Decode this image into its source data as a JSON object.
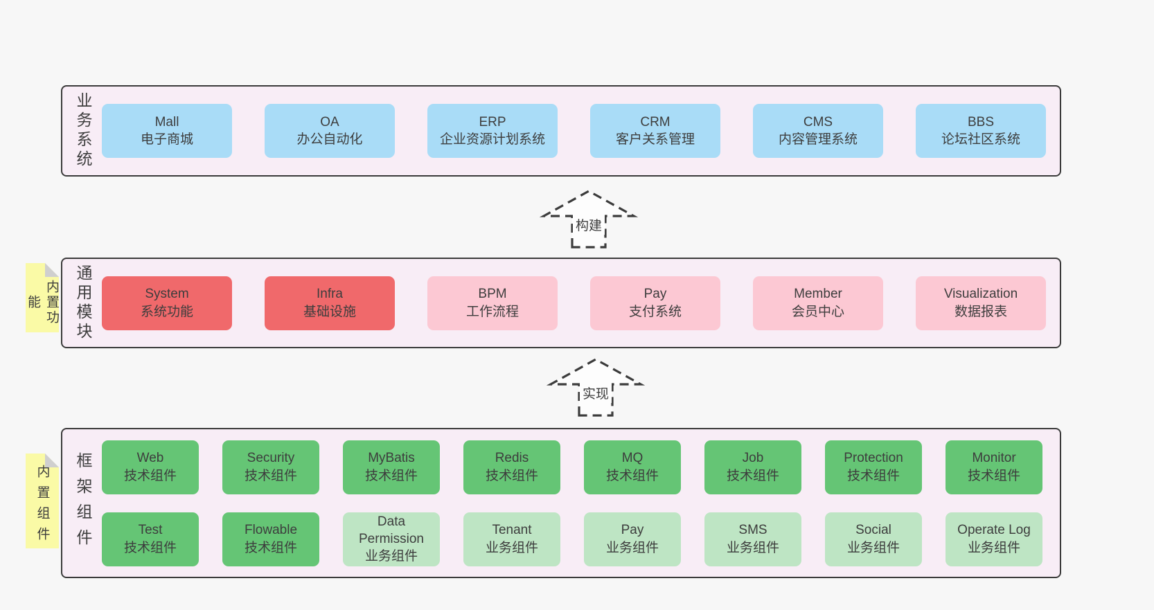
{
  "colors": {
    "page_bg": "#f7f7f7",
    "panel_bg": "#f8edf6",
    "panel_border": "#3a3a3a",
    "blue": "#a9dcf7",
    "red": "#f0696b",
    "pink": "#fcc8d3",
    "green": "#65c575",
    "light_green": "#bee5c4",
    "yellow": "#fafaa6",
    "fold": "#cfcfcf",
    "text": "#3d3d3d",
    "arrow": "#3c3c3c",
    "arrow_fill": "#fdfdfd"
  },
  "arrows": {
    "build_label": "构建",
    "implement_label": "实现"
  },
  "business": {
    "label": "业务系统",
    "boxes": [
      {
        "title": "Mall",
        "subtitle": "电子商城"
      },
      {
        "title": "OA",
        "subtitle": "办公自动化"
      },
      {
        "title": "ERP",
        "subtitle": "企业资源计划系统"
      },
      {
        "title": "CRM",
        "subtitle": "客户关系管理"
      },
      {
        "title": "CMS",
        "subtitle": "内容管理系统"
      },
      {
        "title": "BBS",
        "subtitle": "论坛社区系统"
      }
    ]
  },
  "modules": {
    "label": "通用模块",
    "tag": "内置功能",
    "boxes": [
      {
        "title": "System",
        "subtitle": "系统功能",
        "color": "red"
      },
      {
        "title": "Infra",
        "subtitle": "基础设施",
        "color": "red"
      },
      {
        "title": "BPM",
        "subtitle": "工作流程",
        "color": "pink"
      },
      {
        "title": "Pay",
        "subtitle": "支付系统",
        "color": "pink"
      },
      {
        "title": "Member",
        "subtitle": "会员中心",
        "color": "pink"
      },
      {
        "title": "Visualization",
        "subtitle": "数据报表",
        "color": "pink"
      }
    ]
  },
  "components": {
    "label": "框架组件",
    "tag": "内置组件",
    "row1": [
      {
        "title": "Web",
        "subtitle": "技术组件",
        "color": "green"
      },
      {
        "title": "Security",
        "subtitle": "技术组件",
        "color": "green"
      },
      {
        "title": "MyBatis",
        "subtitle": "技术组件",
        "color": "green"
      },
      {
        "title": "Redis",
        "subtitle": "技术组件",
        "color": "green"
      },
      {
        "title": "MQ",
        "subtitle": "技术组件",
        "color": "green"
      },
      {
        "title": "Job",
        "subtitle": "技术组件",
        "color": "green"
      },
      {
        "title": "Protection",
        "subtitle": "技术组件",
        "color": "green"
      },
      {
        "title": "Monitor",
        "subtitle": "技术组件",
        "color": "green"
      }
    ],
    "row2": [
      {
        "title": "Test",
        "subtitle": "技术组件",
        "color": "green"
      },
      {
        "title": "Flowable",
        "subtitle": "技术组件",
        "color": "green"
      },
      {
        "title": "Data Permission",
        "subtitle": "业务组件",
        "color": "light_green"
      },
      {
        "title": "Tenant",
        "subtitle": "业务组件",
        "color": "light_green"
      },
      {
        "title": "Pay",
        "subtitle": "业务组件",
        "color": "light_green"
      },
      {
        "title": "SMS",
        "subtitle": "业务组件",
        "color": "light_green"
      },
      {
        "title": "Social",
        "subtitle": "业务组件",
        "color": "light_green"
      },
      {
        "title": "Operate Log",
        "subtitle": "业务组件",
        "color": "light_green"
      }
    ]
  }
}
